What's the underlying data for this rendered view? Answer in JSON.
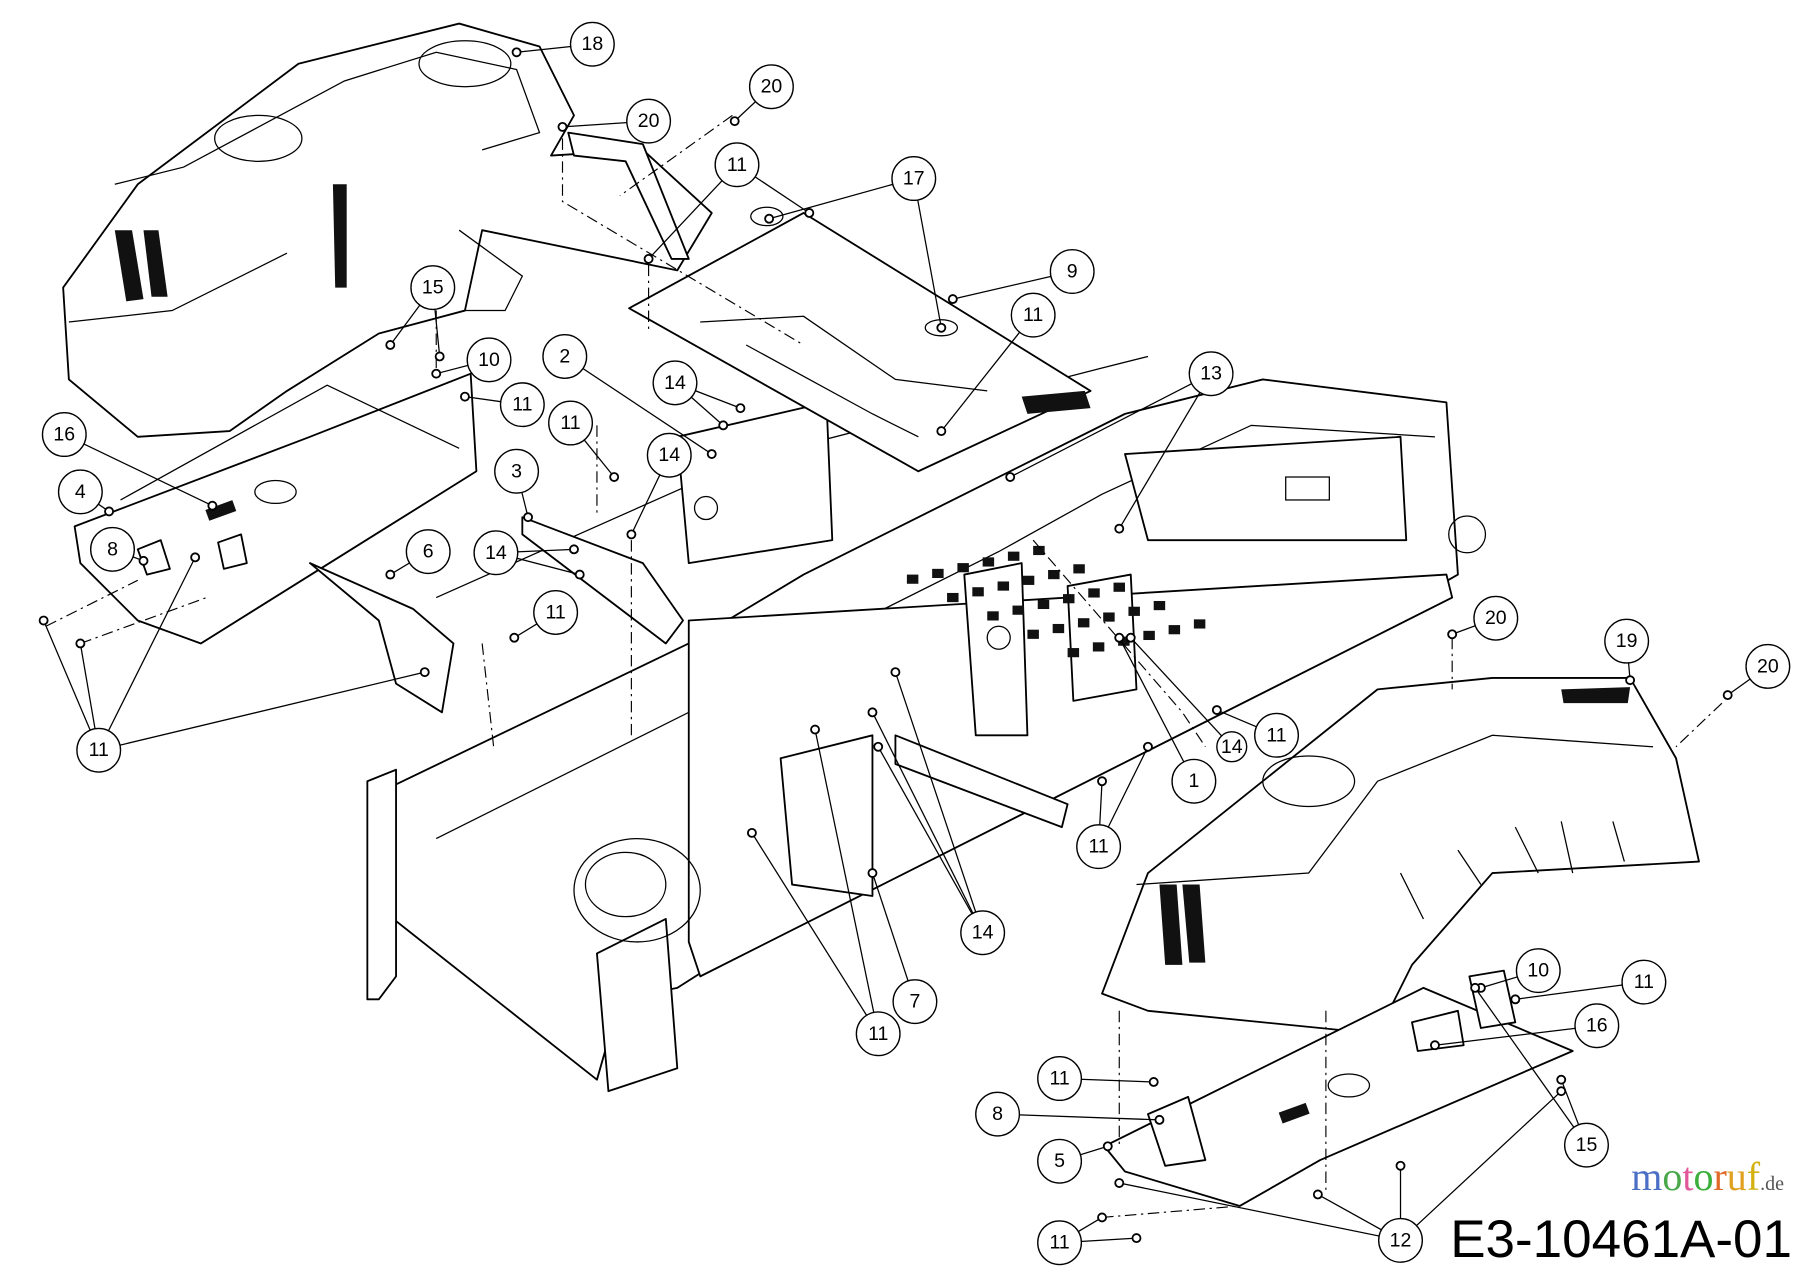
{
  "diagram": {
    "drawing_number": "E3-10461A-01",
    "watermark": {
      "letters": [
        "m",
        "o",
        "t",
        "o",
        "r",
        "u",
        "f"
      ],
      "suffix": ".de"
    },
    "callouts": [
      "18",
      "20",
      "20",
      "11",
      "17",
      "9",
      "11",
      "15",
      "10",
      "11",
      "2",
      "14",
      "13",
      "11",
      "16",
      "14",
      "3",
      "4",
      "14",
      "8",
      "6",
      "11",
      "20",
      "19",
      "20",
      "11",
      "1",
      "14",
      "11",
      "11",
      "14",
      "7",
      "11",
      "10",
      "11",
      "16",
      "15",
      "11",
      "8",
      "5",
      "12",
      "11"
    ]
  }
}
